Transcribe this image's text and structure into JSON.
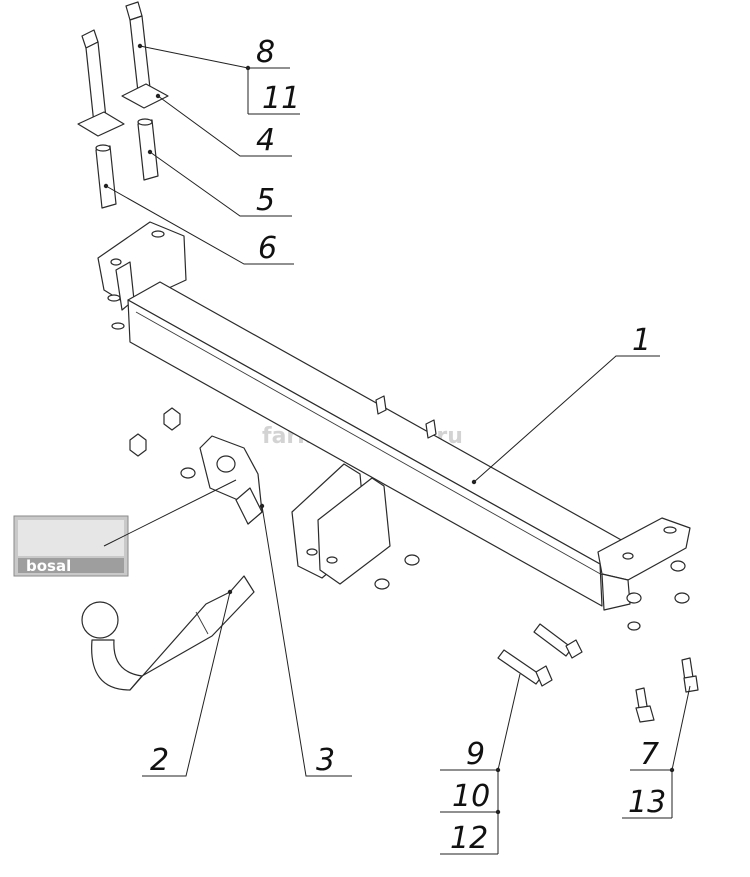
{
  "watermark": "farkop-center.ru",
  "brand_plate": "bosal",
  "callouts": {
    "c1": "1",
    "c2": "2",
    "c3": "3",
    "c4": "4",
    "c5": "5",
    "c6": "6",
    "c7": "7",
    "c8": "8",
    "c9": "9",
    "c10": "10",
    "c11": "11",
    "c12": "12",
    "c13": "13"
  }
}
